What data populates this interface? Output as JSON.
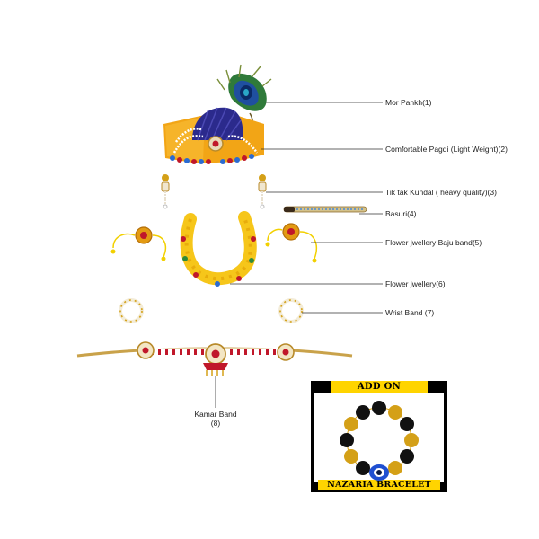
{
  "labels": {
    "mor_pankh": "Mor Pankh(1)",
    "pagdi": "Comfortable Pagdi (Light Weight)(2)",
    "kundal": "Tik tak Kundal ( heavy quality)(3)",
    "basuri": "Basuri(4)",
    "baju_band": "Flower jwellery Baju band(5)",
    "flower_jwellery": "Flower jwellery(6)",
    "wrist_band": "Wrist Band (7)",
    "kamar_band_line1": "Kamar Band",
    "kamar_band_line2": "(8)"
  },
  "addon": {
    "header": "ADD ON",
    "footer": "NAZARIA BRACELET"
  },
  "colors": {
    "leader_line": "#333333",
    "addon_yellow": "#ffd400",
    "gold": "#d4a017",
    "pagdi_orange": "#f2a516",
    "pagdi_blue": "#2b2a8c",
    "bead_red": "#c0172a",
    "flower_yellow": "#f6c61a"
  }
}
